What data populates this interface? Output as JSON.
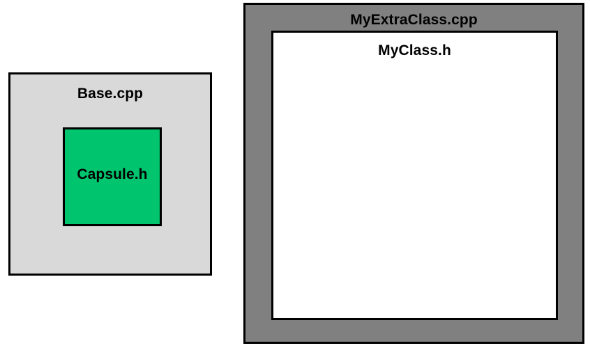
{
  "diagram": {
    "type": "nested-containment-diagram",
    "background_color": "#ffffff",
    "border_color": "#000000",
    "groups": [
      {
        "name": "base-group",
        "outer": {
          "label": "Base.cpp",
          "fill_color": "#d9d9d9",
          "text_color": "#000000"
        },
        "inner": {
          "label": "Capsule.h",
          "fill_color": "#00c46e",
          "text_color": "#000000"
        }
      },
      {
        "name": "myextraclass-group",
        "outer": {
          "label": "MyExtraClass.cpp",
          "fill_color": "#808080",
          "text_color": "#000000"
        },
        "inner": {
          "label": "MyClass.h",
          "fill_color": "#ffffff",
          "text_color": "#000000"
        }
      }
    ]
  }
}
